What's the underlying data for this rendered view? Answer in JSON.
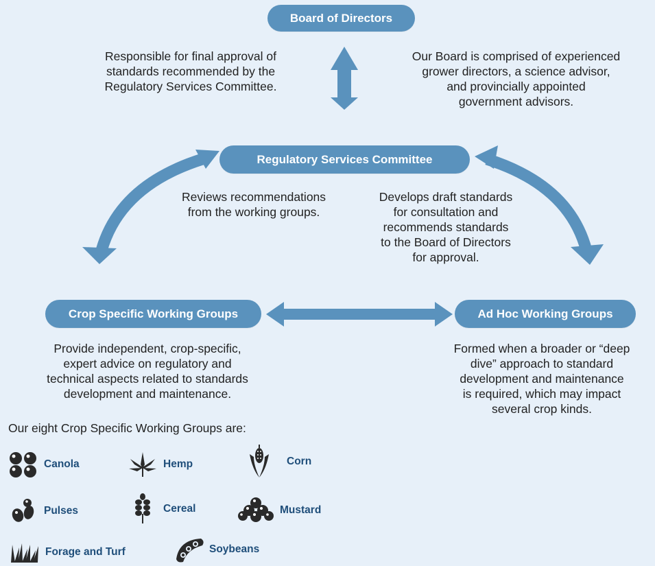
{
  "colors": {
    "accent": "#5a92bd",
    "background": "#e7f0f9",
    "crop_label": "#1f4e7a"
  },
  "board": {
    "title": "Board of Directors",
    "left_text": [
      "Responsible for final approval of",
      "standards recommended by the",
      "Regulatory Services Committee."
    ],
    "right_text": [
      "Our Board is comprised of experienced",
      "grower directors, a science advisor,",
      "and provincially appointed",
      "government advisors."
    ]
  },
  "committee": {
    "title": "Regulatory Services Committee",
    "left_text": [
      "Reviews recommendations",
      "from the working groups."
    ],
    "right_text": [
      "Develops draft standards",
      "for consultation and",
      "recommends standards",
      "to the Board of Directors",
      "for approval."
    ]
  },
  "crop_groups": {
    "title": "Crop Specific Working Groups",
    "text": [
      "Provide independent, crop-specific,",
      "expert advice on regulatory and",
      "technical aspects related to standards",
      "development and maintenance."
    ],
    "list_heading": "Our eight Crop Specific Working Groups are:",
    "crops": [
      {
        "label": "Canola",
        "icon": "canola-icon"
      },
      {
        "label": "Hemp",
        "icon": "hemp-icon"
      },
      {
        "label": "Corn",
        "icon": "corn-icon"
      },
      {
        "label": "Pulses",
        "icon": "pulses-icon"
      },
      {
        "label": "Cereal",
        "icon": "cereal-icon"
      },
      {
        "label": "Mustard",
        "icon": "mustard-icon"
      },
      {
        "label": "Forage and Turf",
        "icon": "forage-turf-icon"
      },
      {
        "label": "Soybeans",
        "icon": "soybeans-icon"
      }
    ]
  },
  "adhoc": {
    "title": "Ad Hoc Working Groups",
    "text": [
      "Formed when a broader or “deep",
      "dive” approach to standard",
      "development and maintenance",
      "is required, which may impact",
      "several crop kinds."
    ]
  }
}
